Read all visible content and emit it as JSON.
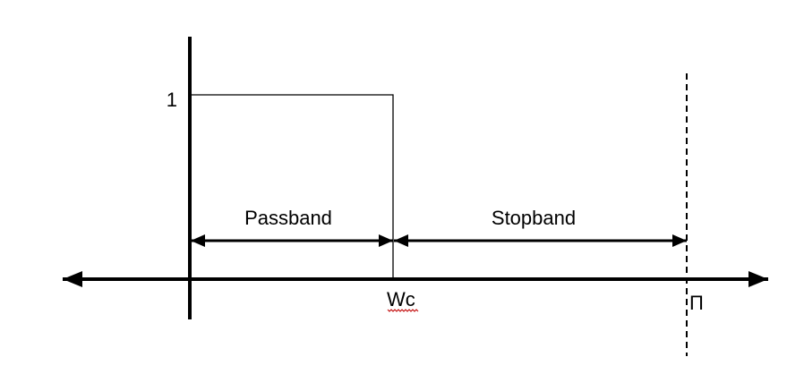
{
  "diagram": {
    "colors": {
      "ink": "#000000",
      "spellcheck_underline": "#c00000",
      "background": "#ffffff"
    },
    "labels": {
      "amplitude_tick": "1",
      "passband": "Passband",
      "stopband": "Stopband",
      "cutoff": "Wc",
      "nyquist": "Π"
    }
  }
}
